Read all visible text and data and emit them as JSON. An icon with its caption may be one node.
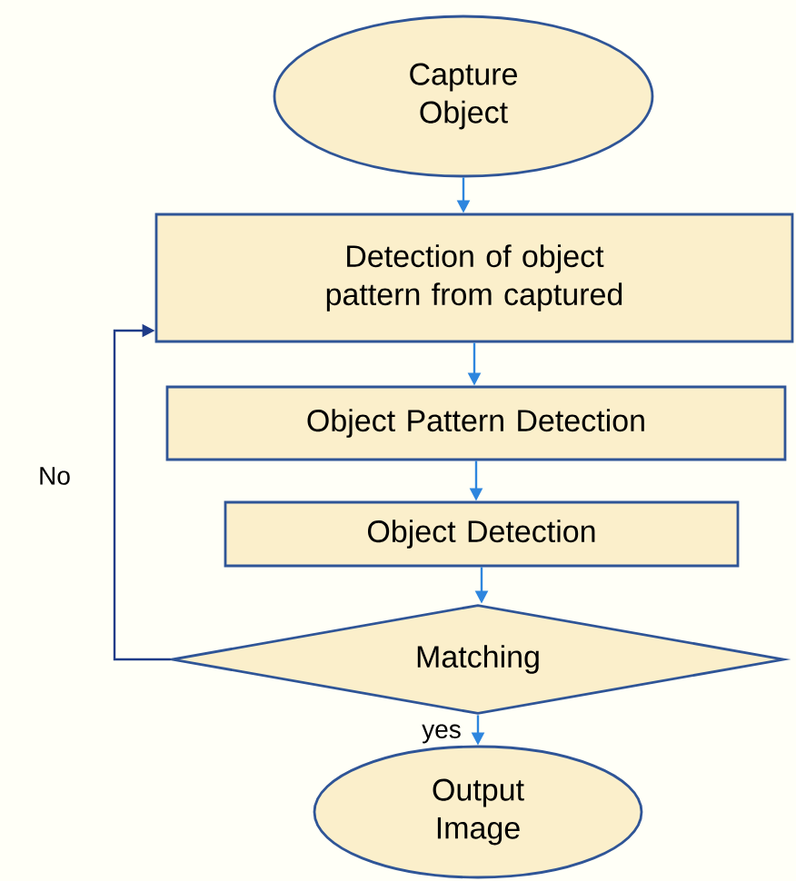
{
  "diagram": {
    "nodes": [
      {
        "text": [
          "Capture Object"
        ]
      },
      {
        "text": [
          "Detection of object pattern from captured"
        ]
      },
      {
        "text": [
          "Object Pattern Detection"
        ]
      },
      {
        "text": [
          "Object Detection"
        ]
      },
      {
        "text": [
          "Matching"
        ]
      },
      {
        "text": [
          "Output Image"
        ]
      }
    ],
    "edges": [
      {
        "from": 0,
        "to": 1,
        "arrow": "to"
      },
      {
        "from": 1,
        "to": 2,
        "arrow": "to"
      },
      {
        "from": 2,
        "to": 3,
        "arrow": "to"
      },
      {
        "from": 3,
        "to": 4,
        "arrow": "to"
      },
      {
        "from": 4,
        "to": 5,
        "arrow": "to",
        "label": "yes"
      },
      {
        "from": 4,
        "to": 1,
        "arrow": "to",
        "label": "No",
        "color": "#1f3c88"
      }
    ]
  }
}
